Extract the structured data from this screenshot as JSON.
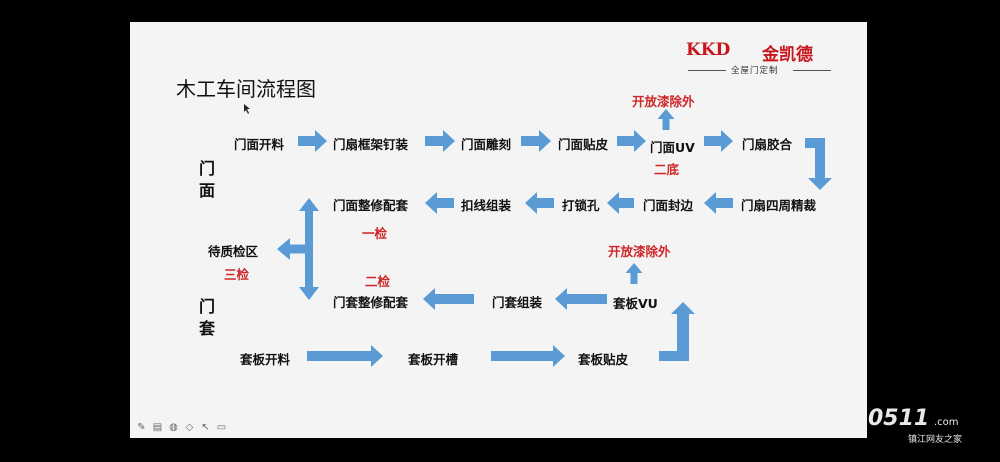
{
  "title": "木工车间流程图",
  "logo": {
    "brand": "KKD",
    "brand_cn": "金凯德",
    "tagline": "全屋门定制"
  },
  "sections": {
    "door_face": "门\n面",
    "door_frame": "门\n套"
  },
  "nodes": {
    "men_mian_kai_liao": "门面开料",
    "men_shan_kuang_jia": "门扇框架钉装",
    "men_mian_diao_ke": "门面雕刻",
    "men_mian_tie_pi": "门面贴皮",
    "men_mian_uv": "门面UV",
    "men_shan_jiao_he": "门扇胶合",
    "men_shan_si_zhou": "门扇四周精裁",
    "men_mian_feng_bian": "门面封边",
    "da_suo_kong": "打锁孔",
    "kou_xian_zu_zhuang": "扣线组装",
    "men_mian_zheng_xiu": "门面整修配套",
    "dai_zhi_jian_qu": "待质检区",
    "men_tao_zheng_xiu": "门套整修配套",
    "men_tao_zu_zhuang": "门套组装",
    "tao_ban_vu": "套板VU",
    "tao_ban_kai_liao": "套板开料",
    "tao_ban_kai_cao": "套板开槽",
    "tao_ban_tie_pi": "套板贴皮"
  },
  "notes": {
    "kai_fang_qi_1": "开放漆除外",
    "er_di": "二底",
    "yi_jian": "一检",
    "san_jian": "三检",
    "er_jian": "二检",
    "kai_fang_qi_2": "开放漆除外"
  },
  "watermark": {
    "number": "0511",
    "domain": ".com",
    "site": "镇江网友之家"
  },
  "colors": {
    "arrow": "#5b9bd5",
    "note": "#d0262a",
    "logo": "#c8161d"
  }
}
